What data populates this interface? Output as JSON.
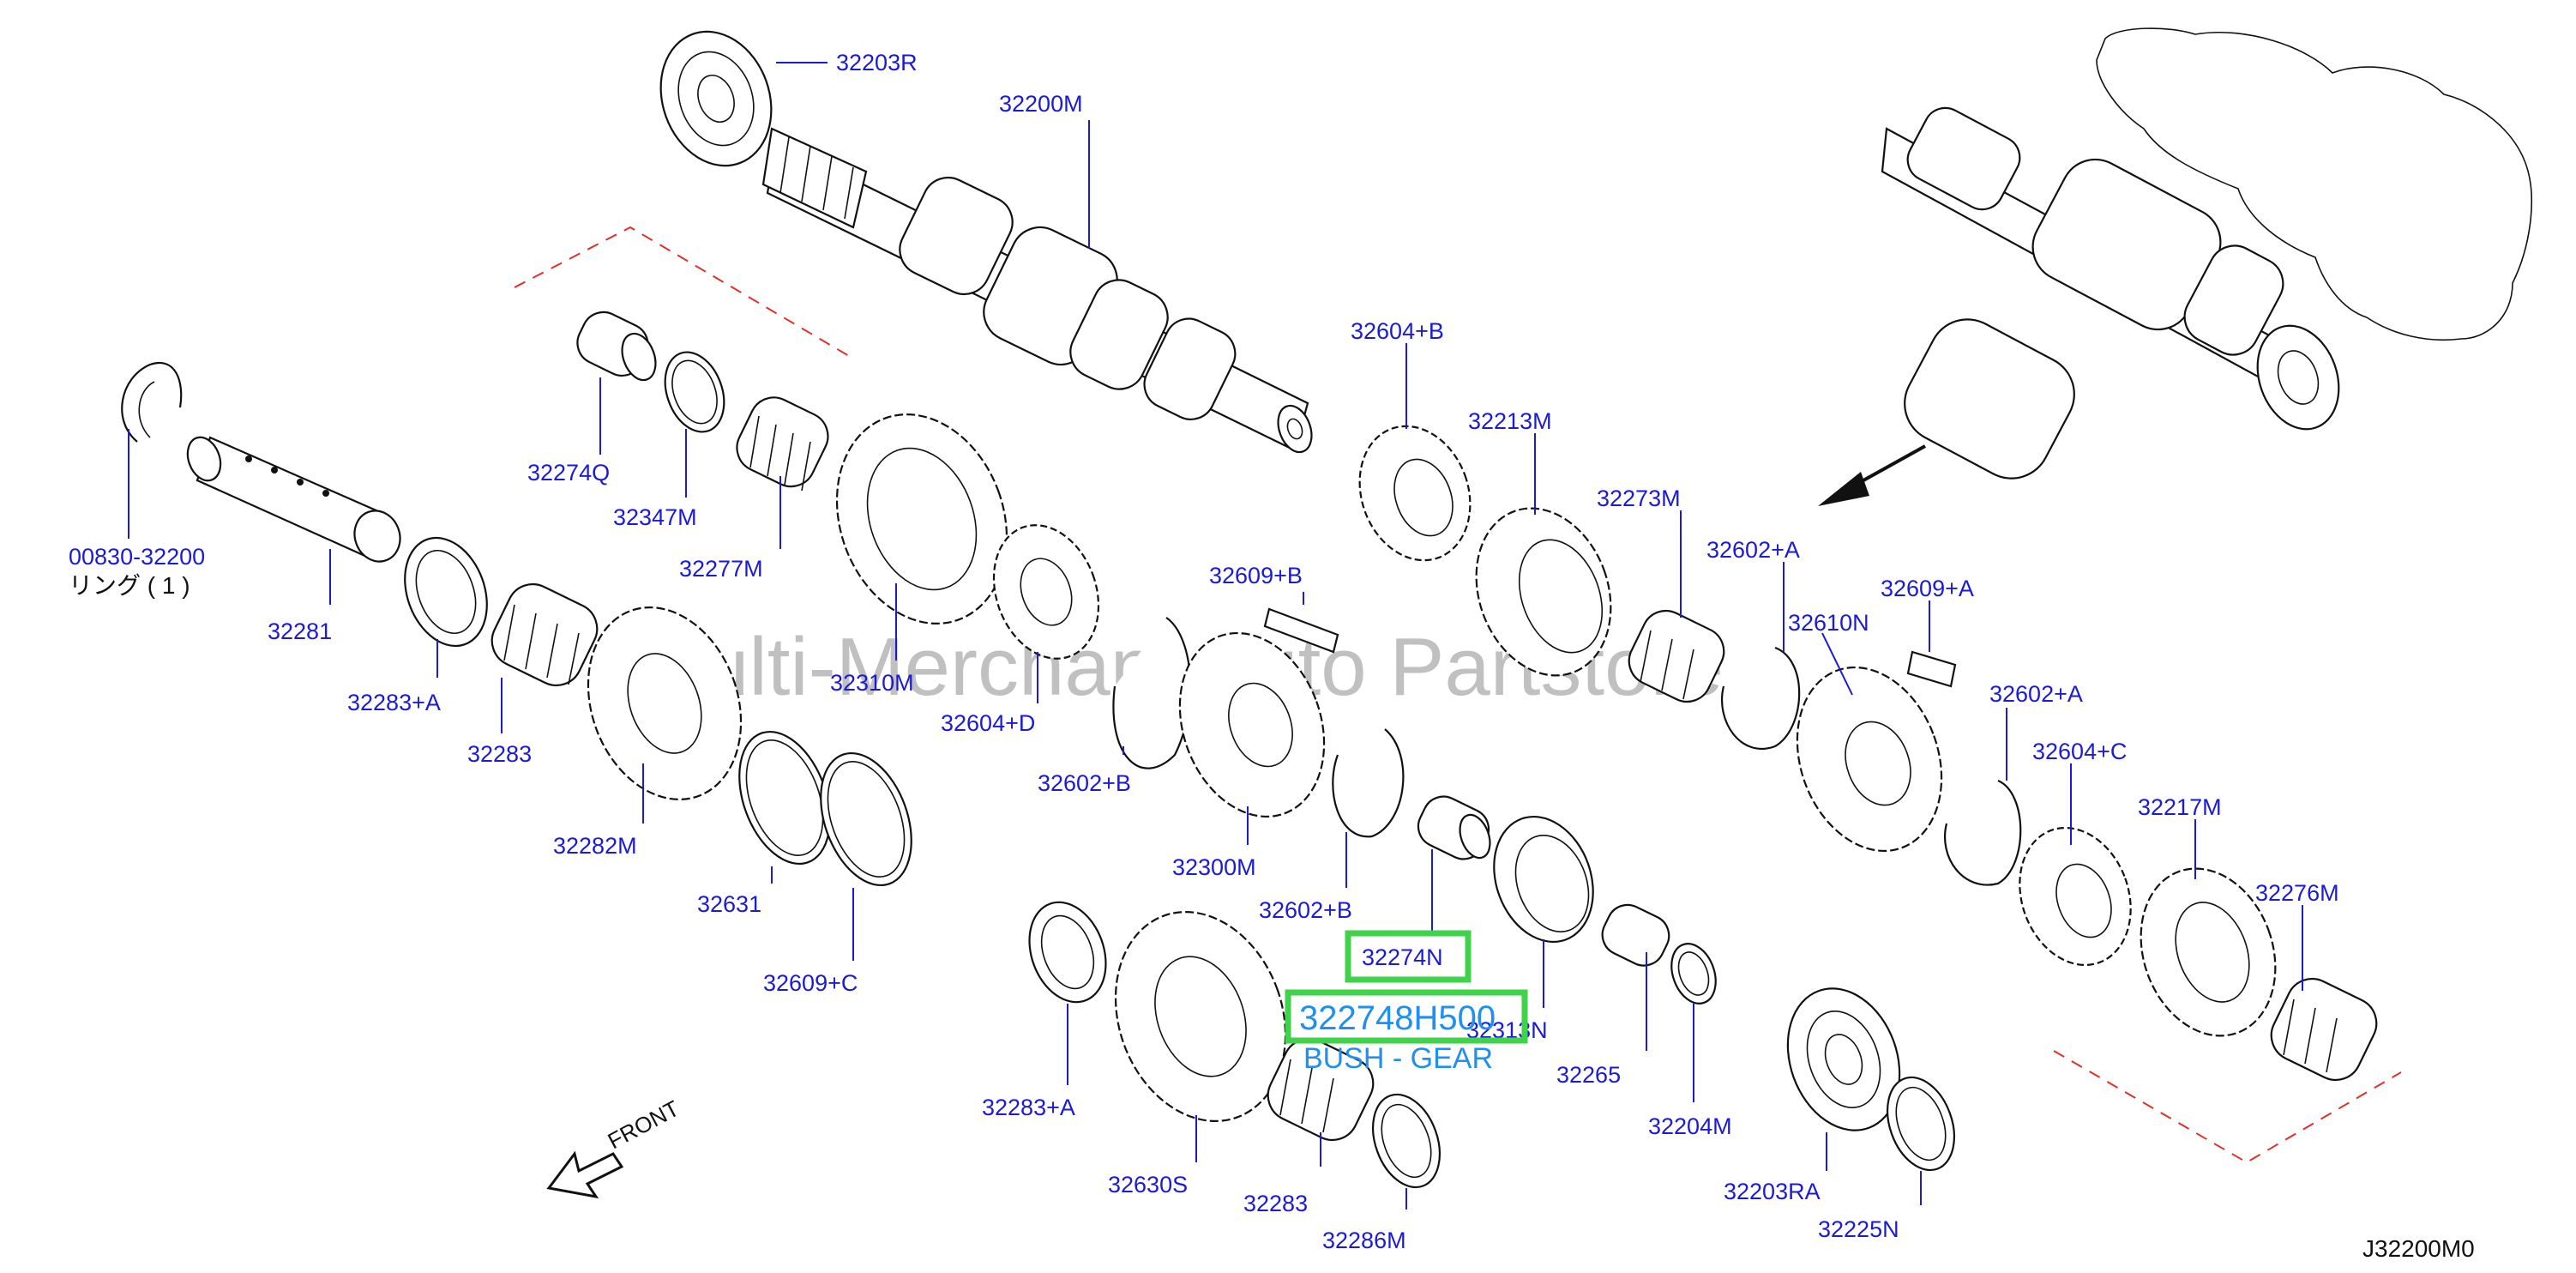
{
  "diagram_code": "J32200M0",
  "watermark": "Multi-Merchant Auto Partstore",
  "front_label": "FRONT",
  "highlight": {
    "part_ref": "32274N",
    "part_number": "322748H500",
    "description": "BUSH - GEAR"
  },
  "parts": {
    "p32203R": "32203R",
    "p32200M": "32200M",
    "p32604B": "32604+B",
    "p32213M": "32213M",
    "p32273M": "32273M",
    "p32602A_1": "32602+A",
    "p32609A": "32609+A",
    "p32610N": "32610N",
    "p32602A_2": "32602+A",
    "p32604C": "32604+C",
    "p32217M": "32217M",
    "p32276M": "32276M",
    "p00830": "00830-32200",
    "ring_note": "リング ( 1 )",
    "p32274Q": "32274Q",
    "p32347M": "32347M",
    "p32277M": "32277M",
    "p32281": "32281",
    "p32283A_1": "32283+A",
    "p32283_1": "32283",
    "p32310M": "32310M",
    "p32604D": "32604+D",
    "p32609B": "32609+B",
    "p32602B_1": "32602+B",
    "p32282M": "32282M",
    "p32631": "32631",
    "p32609C": "32609+C",
    "p32300M": "32300M",
    "p32602B_2": "32602+B",
    "p32313N": "32313N",
    "p32265": "32265",
    "p32204M": "32204M",
    "p32283A_2": "32283+A",
    "p32630S": "32630S",
    "p32283_2": "32283",
    "p32286M": "32286M",
    "p32203RA": "32203RA",
    "p32225N": "32225N"
  }
}
